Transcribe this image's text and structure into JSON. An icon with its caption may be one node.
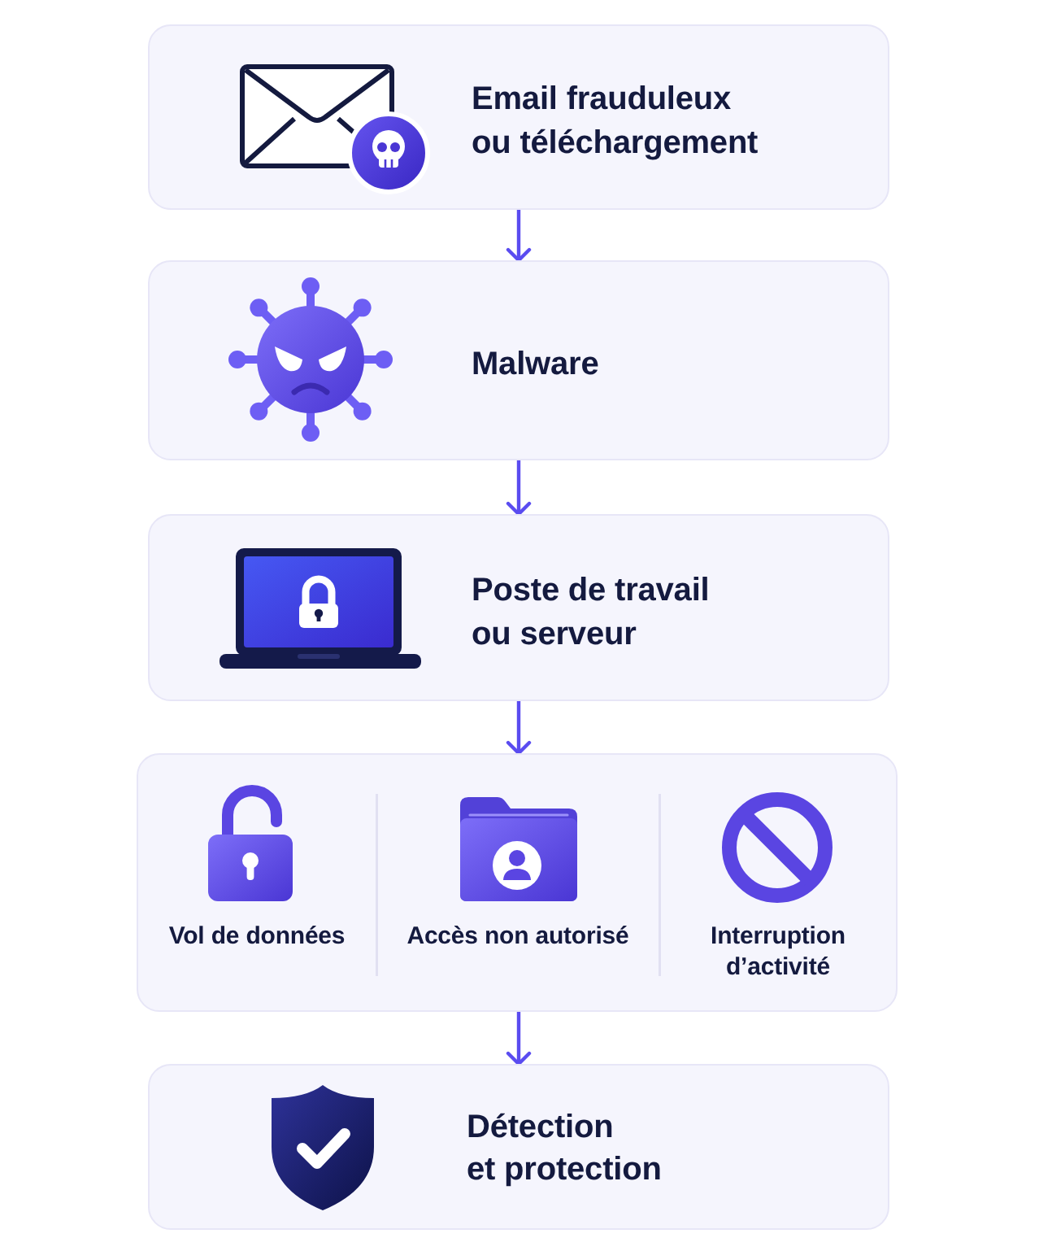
{
  "diagram": {
    "nodes": [
      {
        "text": [
          "Email frauduleux ou téléchargement"
        ]
      },
      {
        "text": [
          "Malware"
        ]
      },
      {
        "text": [
          "Poste de travail ou serveur"
        ]
      },
      {
        "text": [
          "Vol de données",
          "Accès non autorisé",
          "Interruption d’activité"
        ]
      },
      {
        "text": [
          "Détection et protection"
        ]
      }
    ],
    "edges": [
      {
        "from": 0,
        "to": 1,
        "arrow": "to"
      },
      {
        "from": 1,
        "to": 2,
        "arrow": "to"
      },
      {
        "from": 2,
        "to": 3,
        "arrow": "to"
      },
      {
        "from": 3,
        "to": 4,
        "arrow": "to"
      }
    ]
  }
}
